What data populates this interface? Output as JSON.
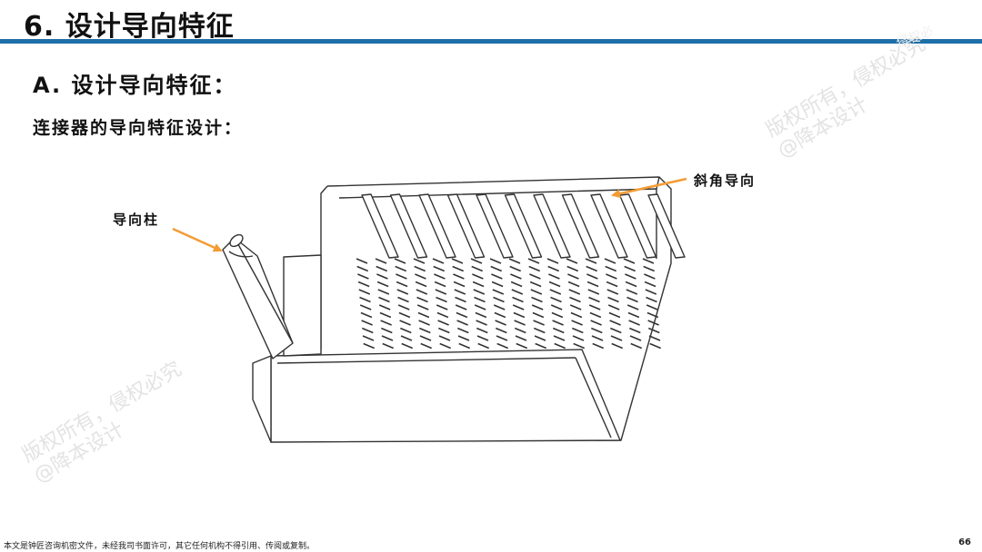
{
  "header": {
    "title": "6. 设计导向特征"
  },
  "content": {
    "section_heading": "A. 设计导向特征：",
    "subheading": "连接器的导向特征设计：",
    "callouts": {
      "bevel_guide": "斜角导向",
      "guide_post": "导向柱"
    }
  },
  "watermark": {
    "line1": "版权所有，侵权必究",
    "line2": "@降本设计",
    "top_fragment": "侵权必"
  },
  "footer": {
    "note": "本文是钟匠咨询机密文件，未经我司书面许可，其它任何机构不得引用、传阅或复制。",
    "page_number": "66"
  },
  "colors": {
    "accent_rule": "#1f6fa8",
    "arrow": "#f39c34"
  }
}
